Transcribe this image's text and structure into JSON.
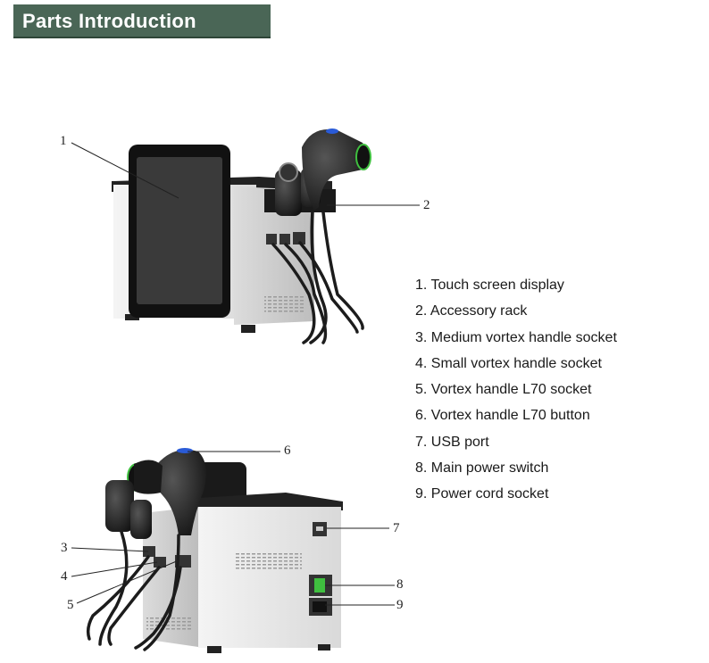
{
  "header": {
    "title": "Parts Introduction"
  },
  "top_callouts": [
    "1",
    "2"
  ],
  "bottom_callouts": [
    "3",
    "4",
    "5",
    "6",
    "7",
    "8",
    "9"
  ],
  "parts": [
    "1. Touch screen display",
    "2. Accessory rack",
    "3. Medium vortex handle socket",
    "4. Small vortex handle socket",
    "5. Vortex handle L70 socket",
    "6. Vortex handle L70 button",
    "7. USB port",
    "8. Main power switch",
    "9. Power cord socket"
  ],
  "colors": {
    "header_bg": "#4a6656",
    "switch_green": "#3fbf3f",
    "button_blue": "#2a5bd7"
  }
}
